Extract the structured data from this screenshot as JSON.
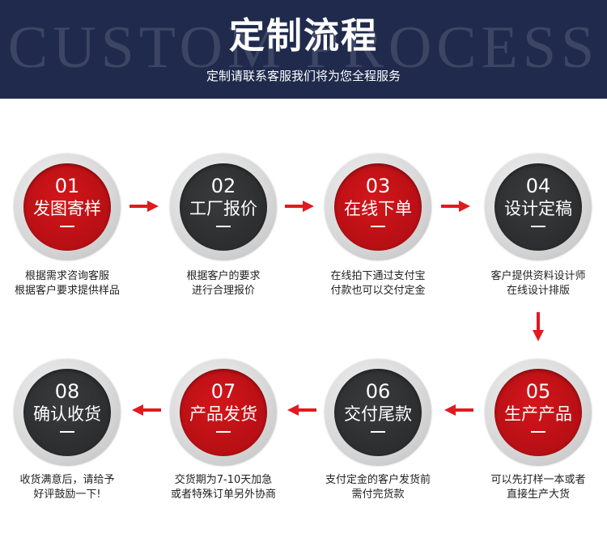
{
  "header": {
    "bg_text": "CUSTOM PROCESS",
    "title": "定制流程",
    "subtitle": "定制请联系客服我们将为您全程服务"
  },
  "steps": [
    {
      "num": "01",
      "label": "发图寄样",
      "desc": [
        "根据需求咨询客服",
        "根据客户要求提供样品"
      ],
      "color": "red"
    },
    {
      "num": "02",
      "label": "工厂报价",
      "desc": [
        "根据客户的要求",
        "进行合理报价"
      ],
      "color": "dark"
    },
    {
      "num": "03",
      "label": "在线下单",
      "desc": [
        "在线拍下通过支付宝",
        "付款也可以交付定金"
      ],
      "color": "red"
    },
    {
      "num": "04",
      "label": "设计定稿",
      "desc": [
        "客户提供资料设计师",
        "在线设计排版"
      ],
      "color": "dark"
    },
    {
      "num": "05",
      "label": "生产产品",
      "desc": [
        "可以先打样一本或者",
        "直接生产大货"
      ],
      "color": "red"
    },
    {
      "num": "06",
      "label": "交付尾款",
      "desc": [
        "支付定金的客户发货前",
        "需付完货款"
      ],
      "color": "dark"
    },
    {
      "num": "07",
      "label": "产品发货",
      "desc": [
        "交货期为7-10天加急",
        "或者特殊订单另外协商"
      ],
      "color": "red"
    },
    {
      "num": "08",
      "label": "确认收货",
      "desc": [
        "收货满意后，请给予",
        "好评鼓励一下!"
      ],
      "color": "dark"
    }
  ],
  "colors": {
    "red": "#c8121a",
    "dark": "#2e2f31",
    "header_bg": "#1f2a4c",
    "arrow": "#e01a1f"
  }
}
